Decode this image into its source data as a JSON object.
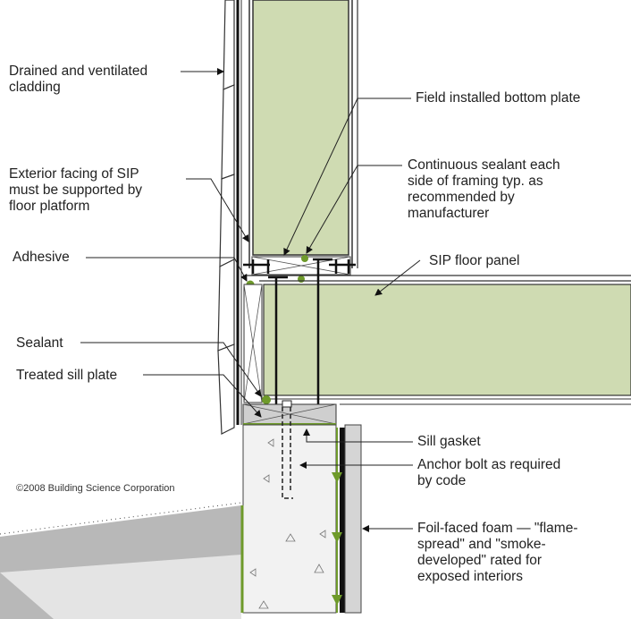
{
  "colors": {
    "panel_green": "#cfdbb2",
    "accent_green": "#6e9a2a",
    "sill_gray": "#cfcfcf",
    "concrete": "#f1f1f1",
    "ground": "#b5b5b5"
  },
  "labels": {
    "cladding": [
      "Drained and ventilated",
      "cladding"
    ],
    "bottom_plate": [
      "Field installed bottom plate"
    ],
    "continuous_sealant": [
      "Continuous sealant each",
      "side of framing typ. as",
      "recommended by",
      "manufacturer"
    ],
    "exterior_facing": [
      "Exterior facing of SIP",
      "must be supported by",
      "floor platform"
    ],
    "adhesive": [
      "Adhesive"
    ],
    "sip_floor_panel": [
      "SIP floor panel"
    ],
    "sealant": [
      "Sealant"
    ],
    "sill_plate": [
      "Treated sill plate"
    ],
    "sill_gasket": [
      "Sill gasket"
    ],
    "anchor_bolt": [
      "Anchor bolt as required",
      "by code"
    ],
    "foil_foam": [
      "Foil-faced foam — \"flame-",
      "spread\" and \"smoke-",
      "developed\" rated for",
      "exposed interiors"
    ]
  },
  "copyright": "©2008 Building Science Corporation"
}
